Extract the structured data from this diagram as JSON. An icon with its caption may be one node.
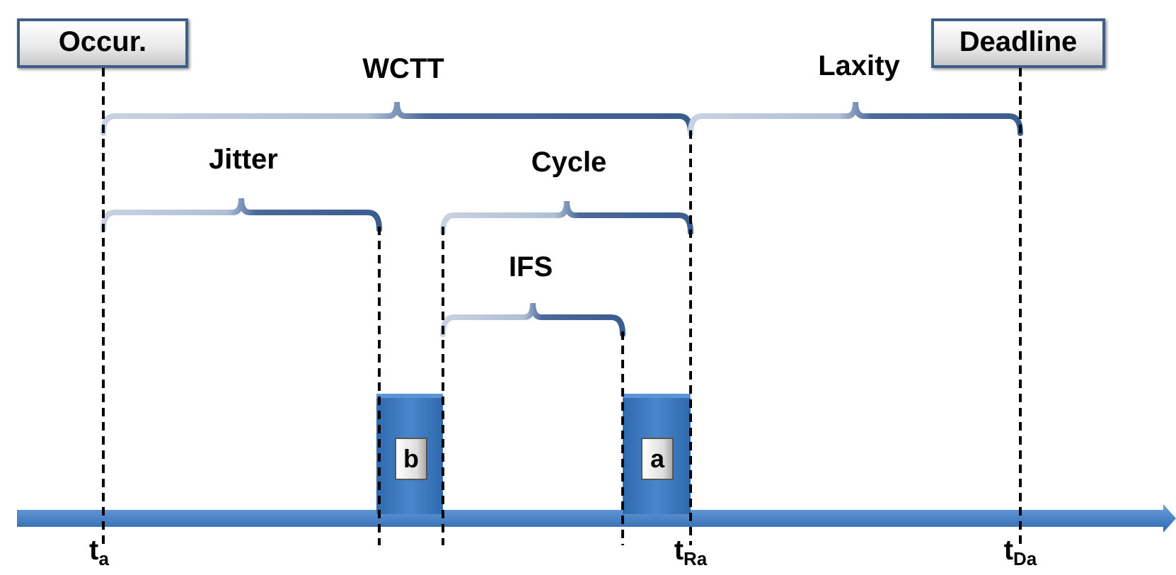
{
  "diagram": {
    "nodes": [
      {
        "text": [
          "Occur."
        ]
      },
      {
        "text": [
          "Deadline"
        ]
      },
      {
        "text": [],
        "shape": "bar"
      },
      {
        "text": [
          "b"
        ],
        "in": 2
      },
      {
        "text": [],
        "shape": "bar"
      },
      {
        "text": [
          "a"
        ],
        "in": 4
      }
    ],
    "edges": [],
    "labels": [
      "WCTT",
      "Laxity",
      "Jitter",
      "Cycle",
      "IFS",
      "t$_{a}$",
      "t$_{Ra}$",
      "t$_{Da}$"
    ]
  }
}
